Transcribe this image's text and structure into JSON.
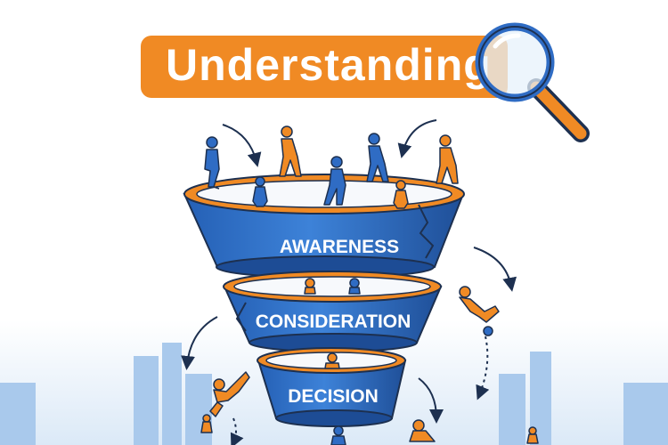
{
  "title": {
    "text": "Understanding"
  },
  "funnel": {
    "stages": [
      {
        "label": "AWARENESS"
      },
      {
        "label": "CONSIDERATION"
      },
      {
        "label": "DECISION"
      }
    ]
  },
  "colors": {
    "funnel_blue": "#2f6cc4",
    "funnel_dark": "#1d4c95",
    "rim_orange": "#f08a24",
    "title_orange": "#f08a24",
    "people_blue": "#2f6cc4",
    "people_orange": "#f08a24",
    "outline": "#1d3050"
  },
  "icons": [
    "magnifier-icon",
    "person-icon",
    "arrow-icon"
  ]
}
